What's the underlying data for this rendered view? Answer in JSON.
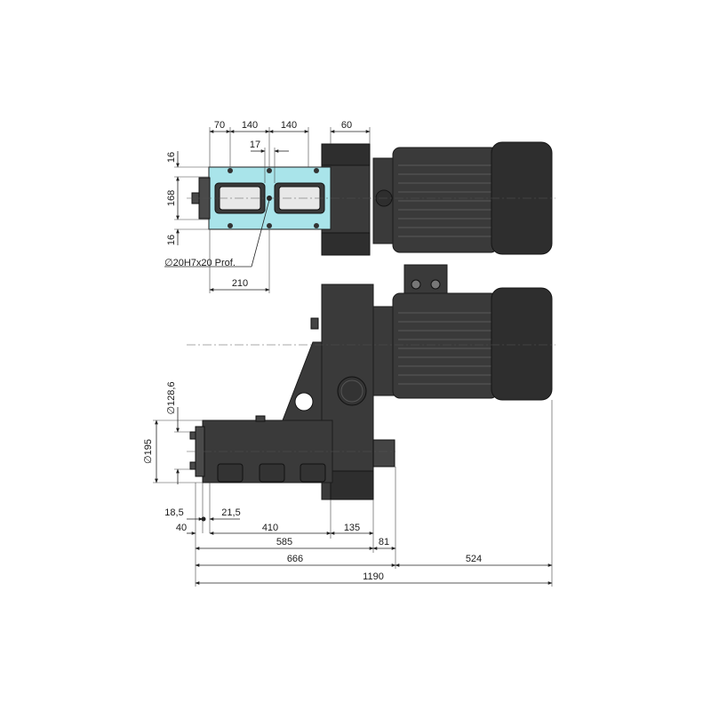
{
  "top_view": {
    "dim_70": "70",
    "dim_140_a": "140",
    "dim_140_b": "140",
    "dim_60": "60",
    "dim_17": "17",
    "dim_16_top": "16",
    "dim_168": "168",
    "dim_16_bottom": "16",
    "hole_note": "∅20H7x20 Prof.",
    "dim_210": "210"
  },
  "side_view": {
    "dia_128_6": "∅128,6",
    "dia_195": "∅195",
    "dim_18_5": "18,5",
    "dim_21_5": "21,5",
    "dim_40": "40",
    "dim_410": "410",
    "dim_135": "135",
    "dim_585": "585",
    "dim_81": "81",
    "dim_666": "666",
    "dim_524": "524",
    "dim_1190": "1190"
  },
  "colors": {
    "body": "#3a3a3a",
    "highlight_plate": "#a9e4ea",
    "line": "#1c1c1c"
  }
}
